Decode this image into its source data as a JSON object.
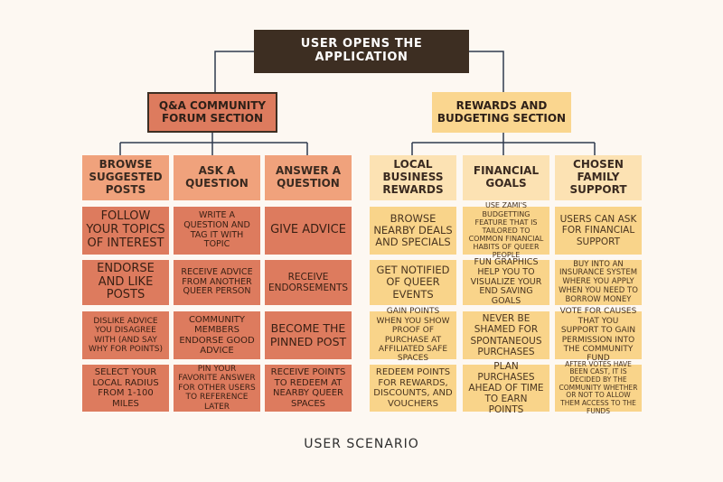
{
  "root": "USER OPENS THE APPLICATION",
  "left_section": "Q&A COMMUNITY FORUM SECTION",
  "right_section": "REWARDS AND BUDGETING SECTION",
  "columns": [
    {
      "header": "BROWSE SUGGESTED POSTS",
      "items": [
        "FOLLOW YOUR TOPICS OF INTEREST",
        "ENDORSE AND LIKE POSTS",
        "DISLIKE ADVICE YOU DISAGREE WITH (AND SAY WHY FOR POINTS)",
        "SELECT YOUR LOCAL RADIUS FROM 1-100 MILES"
      ]
    },
    {
      "header": "ASK A QUESTION",
      "items": [
        "WRITE A QUESTION AND TAG IT WITH TOPIC",
        "RECEIVE ADVICE FROM ANOTHER QUEER PERSON",
        "COMMUNITY MEMBERS ENDORSE GOOD ADVICE",
        "PIN YOUR FAVORITE ANSWER FOR OTHER USERS TO REFERENCE LATER"
      ]
    },
    {
      "header": "ANSWER A QUESTION",
      "items": [
        "GIVE ADVICE",
        "RECEIVE ENDORSEMENTS",
        "BECOME THE PINNED POST",
        "RECEIVE POINTS TO REDEEM AT NEARBY QUEER SPACES"
      ]
    },
    {
      "header": "LOCAL BUSINESS REWARDS",
      "items": [
        "BROWSE NEARBY DEALS AND SPECIALS",
        "GET NOTIFIED OF QUEER EVENTS",
        "GAIN POINTS WHEN YOU SHOW PROOF OF PURCHASE AT AFFILIATED SAFE SPACES",
        "REDEEM POINTS FOR REWARDS, DISCOUNTS, AND VOUCHERS"
      ]
    },
    {
      "header": "FINANCIAL GOALS",
      "items": [
        "USE ZAMI'S BUDGETTING FEATURE THAT IS TAILORED TO COMMON FINANCIAL HABITS OF QUEER PEOPLE",
        "FUN GRAPHICS HELP YOU TO VISUALIZE YOUR END SAVING GOALS",
        "NEVER BE SHAMED FOR SPONTANEOUS PURCHASES",
        "PLAN PURCHASES AHEAD OF TIME TO EARN POINTS"
      ]
    },
    {
      "header": "CHOSEN FAMILY SUPPORT",
      "items": [
        "USERS CAN ASK FOR FINANCIAL SUPPORT",
        "BUY INTO AN INSURANCE SYSTEM WHERE YOU APPLY WHEN YOU NEED TO BORROW MONEY",
        "VOTE FOR CAUSES THAT YOU SUPPORT TO GAIN PERMISSION INTO THE COMMUNITY FUND",
        "AFTER VOTES HAVE BEEN CAST, IT IS DECIDED BY THE COMMUNITY WHETHER OR NOT TO ALLOW THEM ACCESS TO THE FUNDS"
      ]
    }
  ],
  "caption": "USER SCENARIO",
  "colors": {
    "dark": "#3d2e22",
    "left_cell": "#dd7b5e",
    "left_header": "#f0a27c",
    "right_cell": "#f9d48a",
    "right_header": "#fce2b3"
  }
}
